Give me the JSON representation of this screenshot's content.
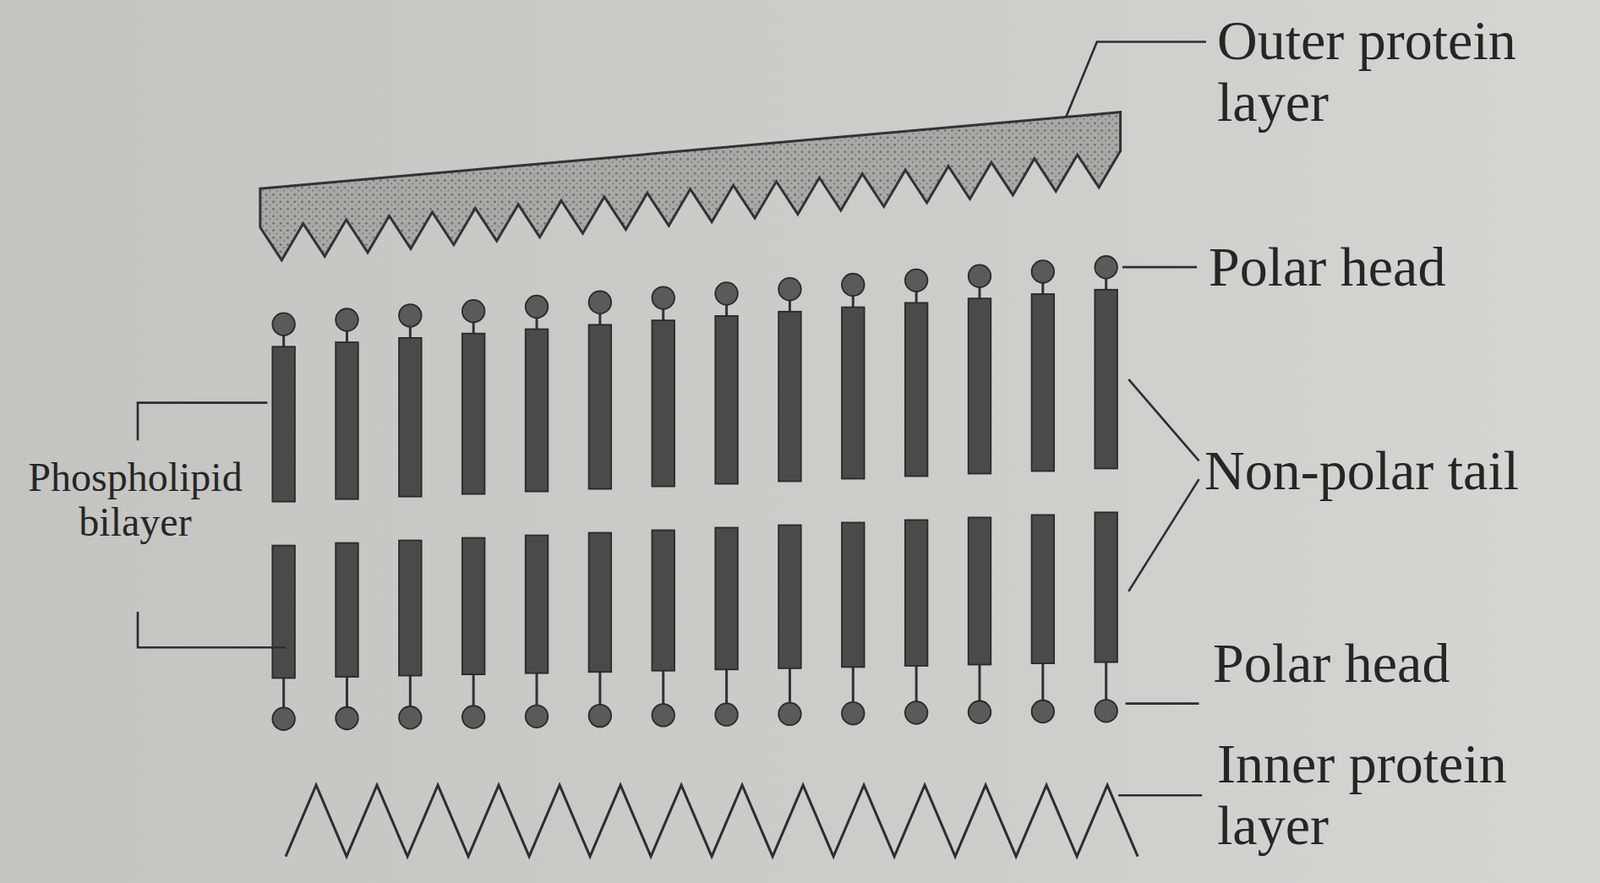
{
  "diagram": {
    "labels": [
      "Outer protein layer",
      "Polar head",
      "Phospholipid bilayer",
      "Non-polar tail",
      "Polar head",
      "Inner protein layer"
    ]
  }
}
